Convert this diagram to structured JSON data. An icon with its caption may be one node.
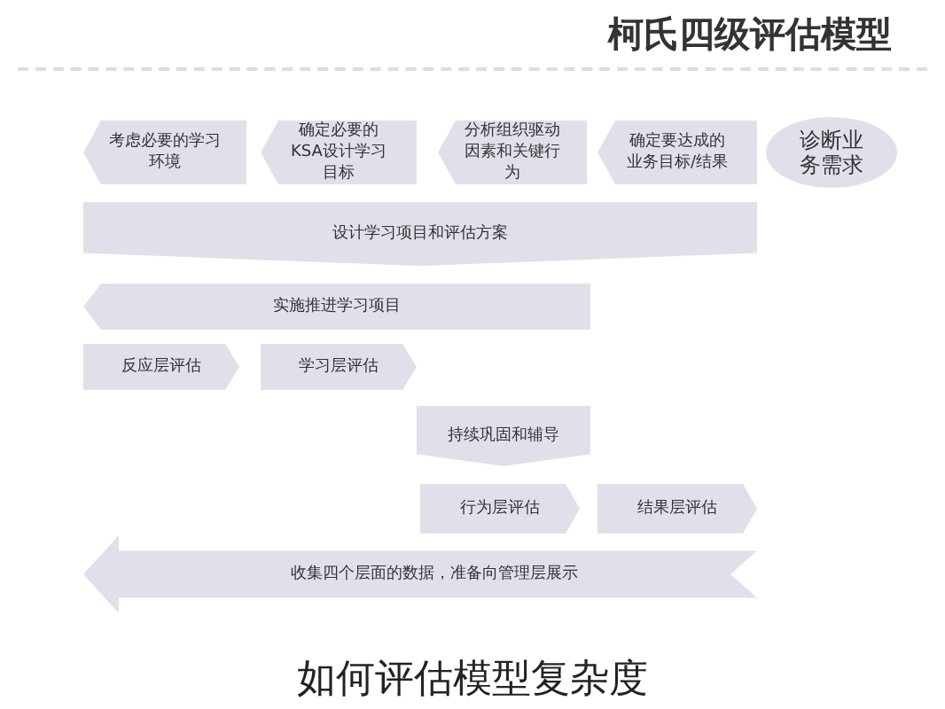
{
  "diagram": {
    "title": "柯氏四级评估模型",
    "caption": "如何评估模型复杂度",
    "nodes": [
      {
        "text": [
          "诊断业务需求"
        ]
      },
      {
        "text": [
          "确定要达成的业务目标/结果"
        ]
      },
      {
        "text": [
          "分析组织驱动因素和关键行为"
        ]
      },
      {
        "text": [
          "确定必要的KSA设计学习目标"
        ]
      },
      {
        "text": [
          "考虑必要的学习环境"
        ]
      },
      {
        "text": [
          "设计学习项目和评估方案"
        ]
      },
      {
        "text": [
          "实施推进学习项目"
        ]
      },
      {
        "text": [
          "学习层评估"
        ]
      },
      {
        "text": [
          "反应层评估"
        ]
      },
      {
        "text": [
          "持续巩固和辅导"
        ]
      },
      {
        "text": [
          "结果层评估"
        ]
      },
      {
        "text": [
          "行为层评估"
        ]
      },
      {
        "text": [
          "收集四个层面的数据，准备向管理层展示"
        ]
      }
    ]
  }
}
